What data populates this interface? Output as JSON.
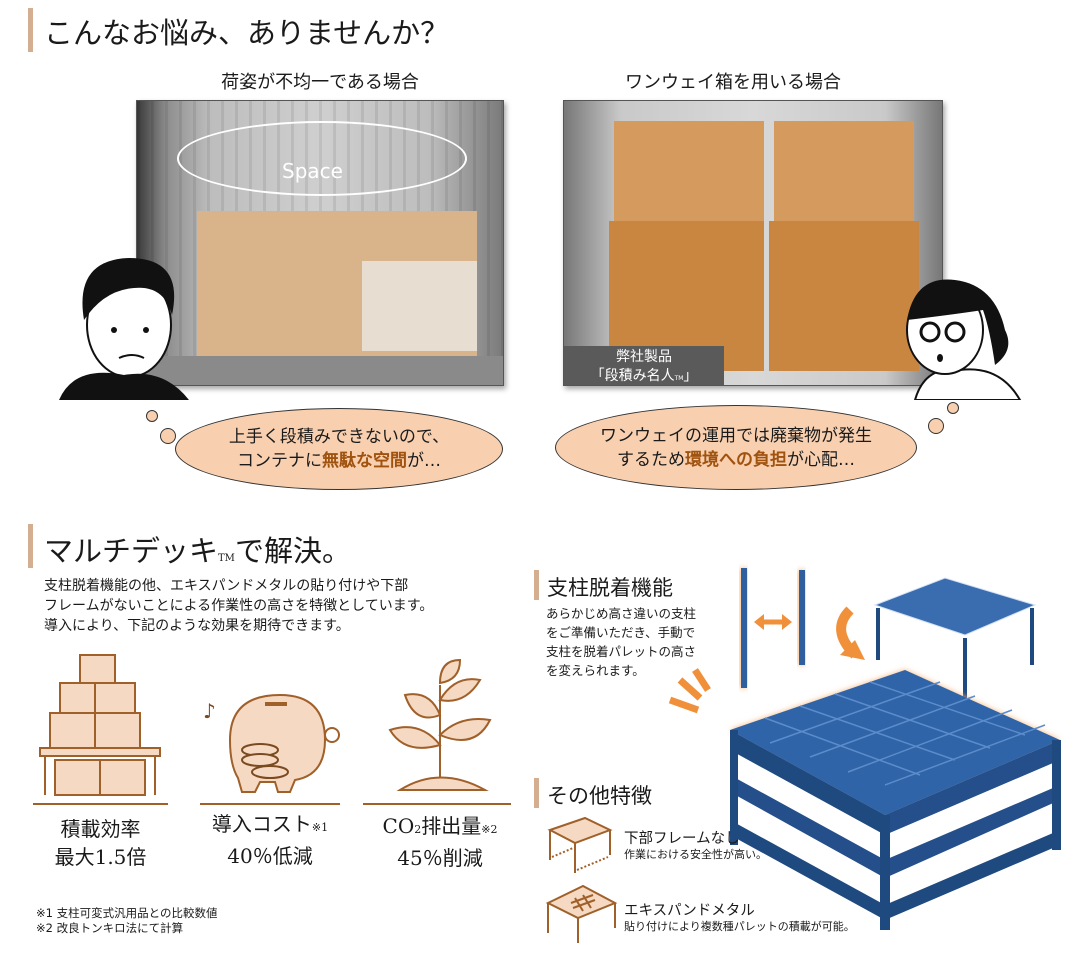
{
  "section1": {
    "title": "こんなお悩み、ありませんか？",
    "left": {
      "caption": "荷姿が不均一である場合",
      "photo_label": "Space",
      "bubble_line1": "上手く段積みできないので、",
      "bubble_line2_pre": "コンテナに",
      "bubble_line2_hl": "無駄な空間",
      "bubble_line2_post": "が…"
    },
    "right": {
      "caption": "ワンウェイ箱を用いる場合",
      "photo_label_line1": "弊社製品",
      "photo_label_line2": "「段積み名人",
      "photo_label_tm": "TM",
      "photo_label_close": "」",
      "bubble_line1": "ワンウェイの運用では廃棄物が発生",
      "bubble_line2_pre": "するため",
      "bubble_line2_hl": "環境への負担",
      "bubble_line2_post": "が心配…"
    }
  },
  "section2": {
    "title_pre": "マルチデッキ",
    "title_tm": "TM",
    "title_post": "で解決。",
    "paragraph": [
      "支柱脱着機能の他、エキスパンドメタルの貼り付けや下部",
      "フレームがないことによる作業性の高さを特徴としています。",
      "導入により、下記のような効果を期待できます。"
    ],
    "benefits": [
      {
        "line1": "積載効率",
        "note": "",
        "line2": "最大1.5倍"
      },
      {
        "line1": "導入コスト",
        "note": "※1",
        "line2": "40％低減"
      },
      {
        "line1": "CO",
        "sub": "2",
        "line1b": "排出量",
        "note": "※2",
        "line2": "45％削減"
      }
    ],
    "footnotes": [
      "※1 支柱可変式汎用品との比較数値",
      "※2 改良トンキロ法にて計算"
    ]
  },
  "feature_detach": {
    "title": "支柱脱着機能",
    "text": [
      "あらかじめ高さ違いの支柱",
      "をご準備いただき、手動で",
      "支柱を脱着パレットの高さ",
      "を変えられます。"
    ]
  },
  "other_features": {
    "title": "その他特徴",
    "items": [
      {
        "title": "下部フレームなし",
        "desc": "作業における安全性が高い。"
      },
      {
        "title": "エキスパンドメタル",
        "desc": "貼り付けにより複数種パレットの積載が可能。"
      }
    ]
  },
  "colors": {
    "accent": "#d4ae90",
    "bubble": "#f8d0b0",
    "highlight": "#a0520f",
    "pallet_blue": "#2f5f9e",
    "icon_fill": "#f6d9c2",
    "icon_stroke": "#a0602a"
  }
}
